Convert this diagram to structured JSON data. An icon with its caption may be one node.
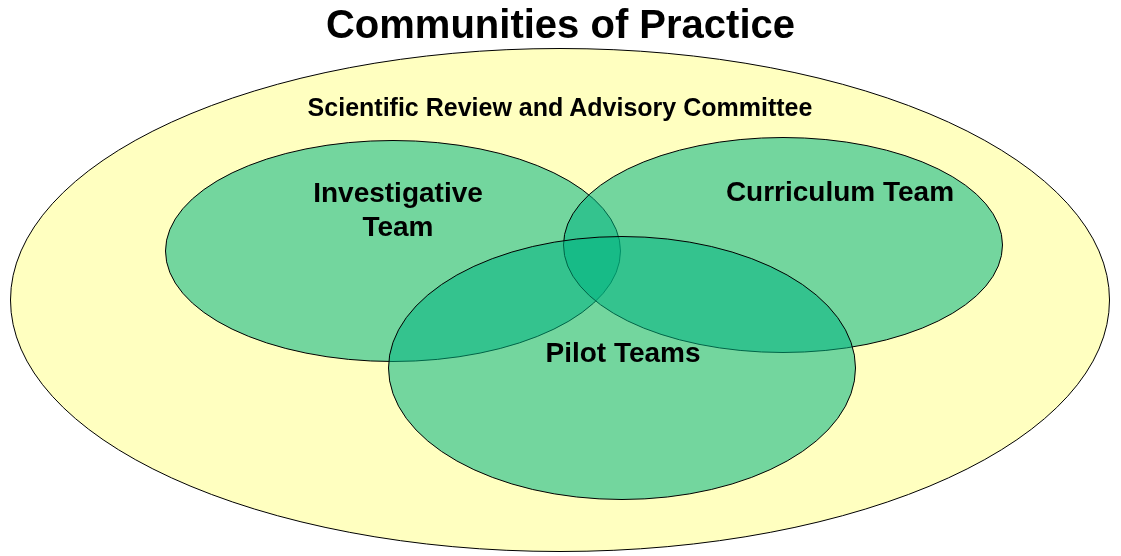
{
  "diagram": {
    "title": "Communities of Practice",
    "nodes": [
      {
        "text": [
          "Scientific Review and Advisory Committee"
        ]
      },
      {
        "text": [
          "Investigative Team"
        ],
        "in": 0
      },
      {
        "text": [
          "Curriculum Team"
        ],
        "in": 0
      },
      {
        "text": [
          "Pilot Teams"
        ],
        "in": 0
      }
    ]
  }
}
